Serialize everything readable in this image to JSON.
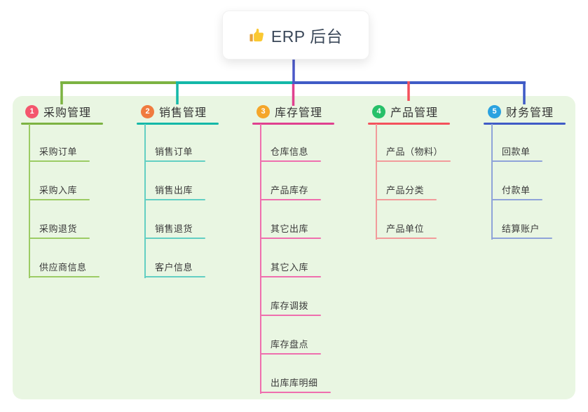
{
  "root": {
    "label": "ERP 后台",
    "icon": "thumbs-up-icon",
    "connector_color": "#4b58c8"
  },
  "canvas": {
    "panel_color": "#e9f6e2"
  },
  "branches": [
    {
      "index": "1",
      "label": "采购管理",
      "color": "#7cb342",
      "light_color": "#9ccc65",
      "badge_color": "#f4566d",
      "children": [
        {
          "label": "采购订单"
        },
        {
          "label": "采购入库"
        },
        {
          "label": "采购退货"
        },
        {
          "label": "供应商信息"
        }
      ]
    },
    {
      "index": "2",
      "label": "销售管理",
      "color": "#14b8a8",
      "light_color": "#63cfc3",
      "badge_color": "#f07b3f",
      "children": [
        {
          "label": "销售订单"
        },
        {
          "label": "销售出库"
        },
        {
          "label": "销售退货"
        },
        {
          "label": "客户信息"
        }
      ]
    },
    {
      "index": "3",
      "label": "库存管理",
      "color": "#e0418f",
      "light_color": "#ef6fae",
      "badge_color": "#f5a62a",
      "children": [
        {
          "label": "仓库信息"
        },
        {
          "label": "产品库存"
        },
        {
          "label": "其它出库"
        },
        {
          "label": "其它入库"
        },
        {
          "label": "库存调拨"
        },
        {
          "label": "库存盘点"
        },
        {
          "label": "出库库明细"
        }
      ]
    },
    {
      "index": "4",
      "label": "产品管理",
      "color": "#f4515c",
      "light_color": "#f29b9b",
      "badge_color": "#27c069",
      "children": [
        {
          "label": "产品（物料）"
        },
        {
          "label": "产品分类"
        },
        {
          "label": "产品单位"
        }
      ]
    },
    {
      "index": "5",
      "label": "财务管理",
      "color": "#3f5bc6",
      "light_color": "#8fa3d9",
      "badge_color": "#2aa2e0",
      "children": [
        {
          "label": "回款单"
        },
        {
          "label": "付款单"
        },
        {
          "label": "结算账户"
        }
      ]
    }
  ]
}
